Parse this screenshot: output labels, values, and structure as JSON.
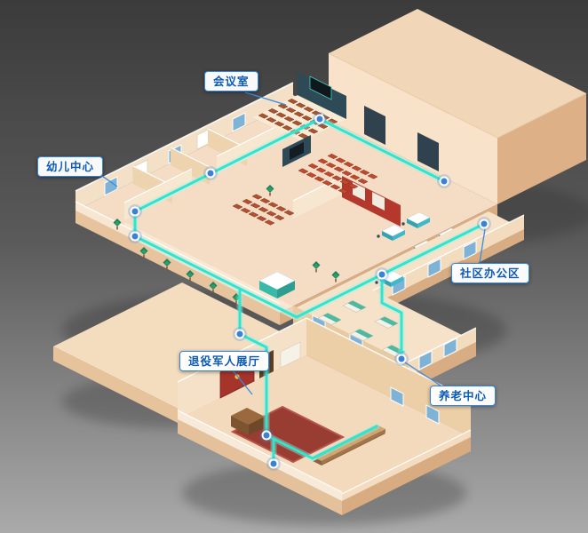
{
  "scene": {
    "type": "isometric community facility indoor map",
    "background_top": "#3b3b3b",
    "background_bottom": "#aaaaaa"
  },
  "labels": {
    "conference_room": {
      "text": "会议室"
    },
    "children_center": {
      "text": "幼儿中心"
    },
    "community_office": {
      "text": "社区办公区"
    },
    "veterans_hall": {
      "text": "退役军人展厅"
    },
    "elderly_center": {
      "text": "养老中心"
    }
  },
  "colors": {
    "route": "#2ee6cf",
    "route_node": "#3b82d6",
    "floor": "#f4ddc4",
    "wall_light": "#f7e6d0",
    "slab_side": "#d9ad83",
    "accent_red": "#b5382d",
    "plant_green": "#1e8057",
    "label_border": "#2f86e0",
    "label_text": "#0a5ab8"
  }
}
